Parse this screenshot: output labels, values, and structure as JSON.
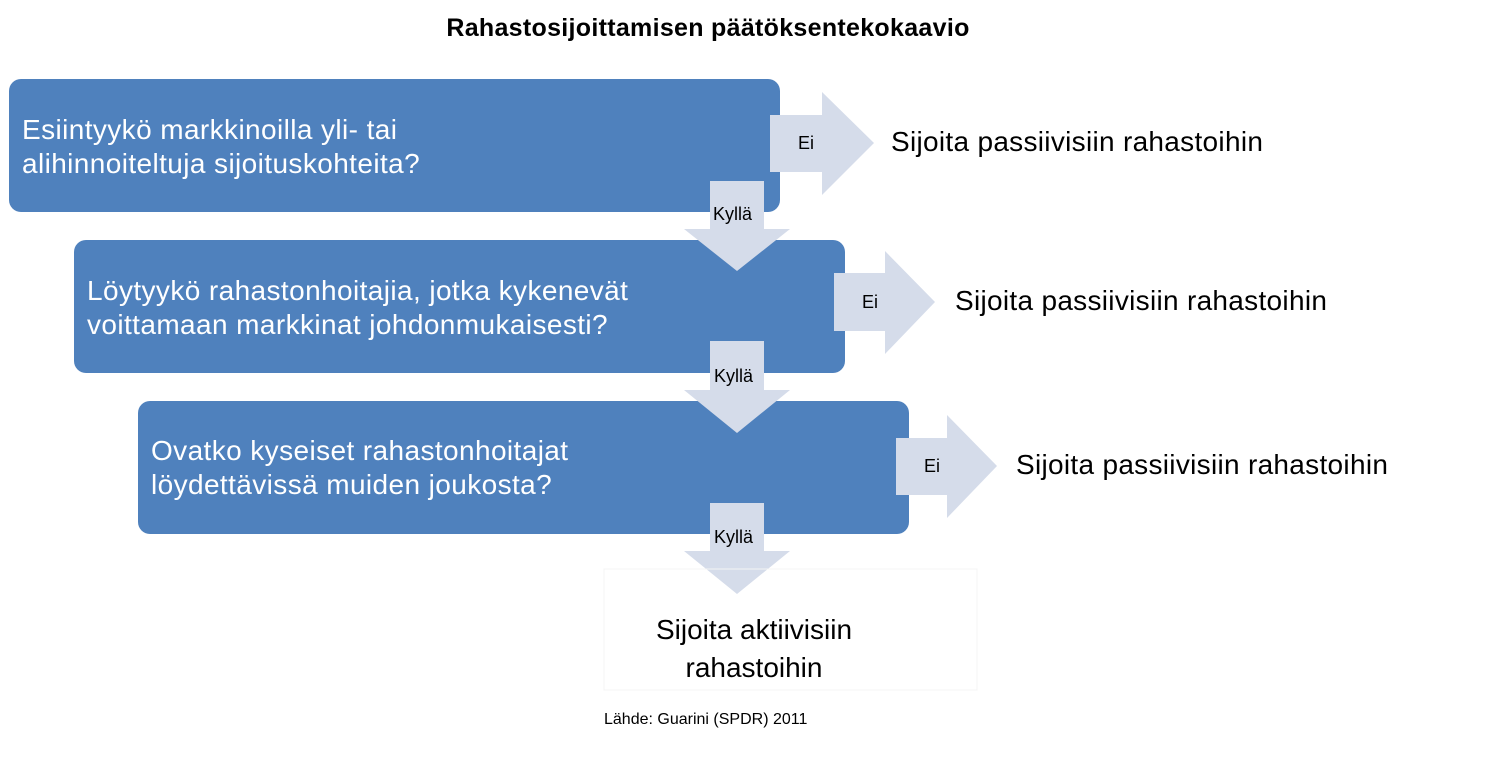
{
  "title": "Rahastosijoittamisen  päätöksentekokaavio",
  "steps": [
    {
      "question": "Esiintyykö markkinoilla yli- tai\nalihinnoiteltuja sijoituskohteita?",
      "no_label": "Ei",
      "no_outcome": "Sijoita passiivisiin rahastoihin",
      "yes_label": "Kyllä"
    },
    {
      "question": "Löytyykö rahastonhoitajia, jotka kykenevät\nvoittamaan markkinat johdonmukaisesti?",
      "no_label": "Ei",
      "no_outcome": "Sijoita passiivisiin rahastoihin",
      "yes_label": "Kyllä"
    },
    {
      "question": "Ovatko kyseiset rahastonhoitajat\nlöydettävissä muiden joukosta?",
      "no_label": "Ei",
      "no_outcome": "Sijoita passiivisiin rahastoihin",
      "yes_label": "Kyllä"
    }
  ],
  "final_outcome": "Sijoita aktiivisiin\nrahastoihin",
  "source": "Lähde: Guarini (SPDR) 2011",
  "colors": {
    "box_fill": "#4f81bd",
    "arrow_fill": "#d5dcea",
    "box_text": "#ffffff"
  }
}
